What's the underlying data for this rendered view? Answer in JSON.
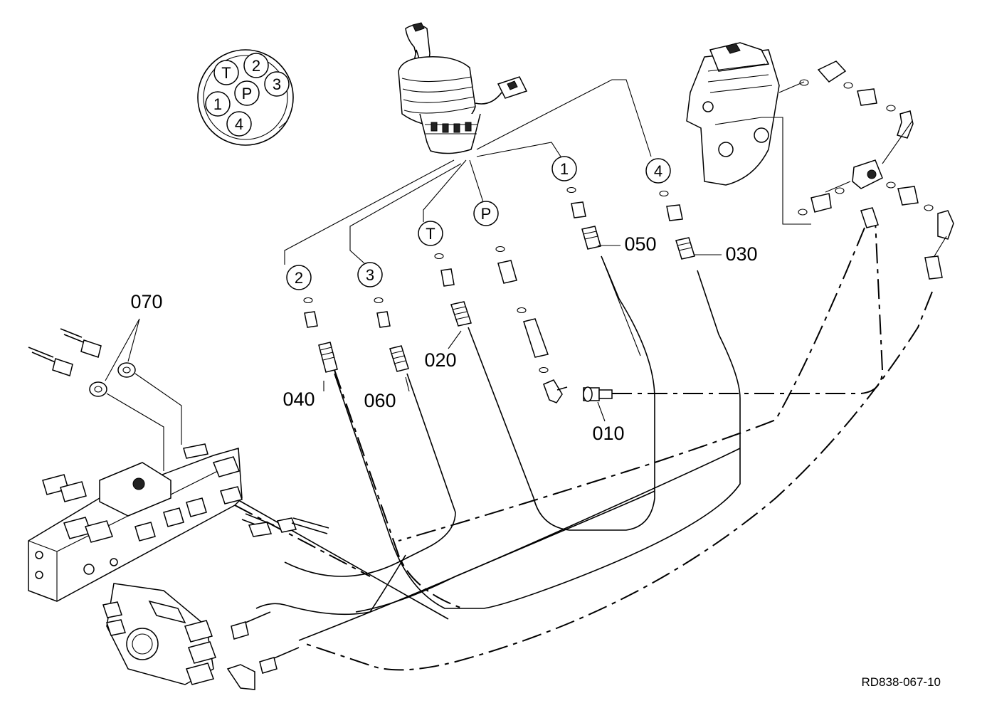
{
  "diagram": {
    "ports_view": [
      "T",
      "2",
      "1",
      "P",
      "3",
      "4"
    ],
    "port_callouts": {
      "two": "2",
      "three": "3",
      "tee": "T",
      "pee": "P",
      "one": "1",
      "four": "4"
    },
    "part_numbers": {
      "p010": "010",
      "p020": "020",
      "p030": "030",
      "p040": "040",
      "p050": "050",
      "p060": "060",
      "p070": "070"
    },
    "reference_code": "RD838-067-10"
  }
}
